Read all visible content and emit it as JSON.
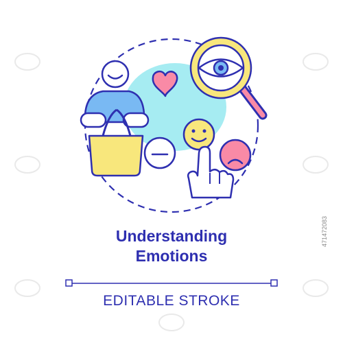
{
  "title": {
    "line1": "Understanding",
    "line2": "Emotions"
  },
  "footer": {
    "label": "EDITABLE STROKE"
  },
  "watermark": {
    "id": "471472083"
  },
  "colors": {
    "outline": "#2e2fb0",
    "cyan_blob": "#a6ecf2",
    "blue_shirt": "#79b9f3",
    "yellow": "#f8e77c",
    "pink": "#f98aa6",
    "text": "#2e2fb0"
  },
  "icons": [
    "person-icon",
    "shopping-bag-icon",
    "heart-icon",
    "magnifier-eye-icon",
    "happy-face-icon",
    "neutral-face-icon",
    "sad-face-icon",
    "pointing-hand-icon"
  ]
}
